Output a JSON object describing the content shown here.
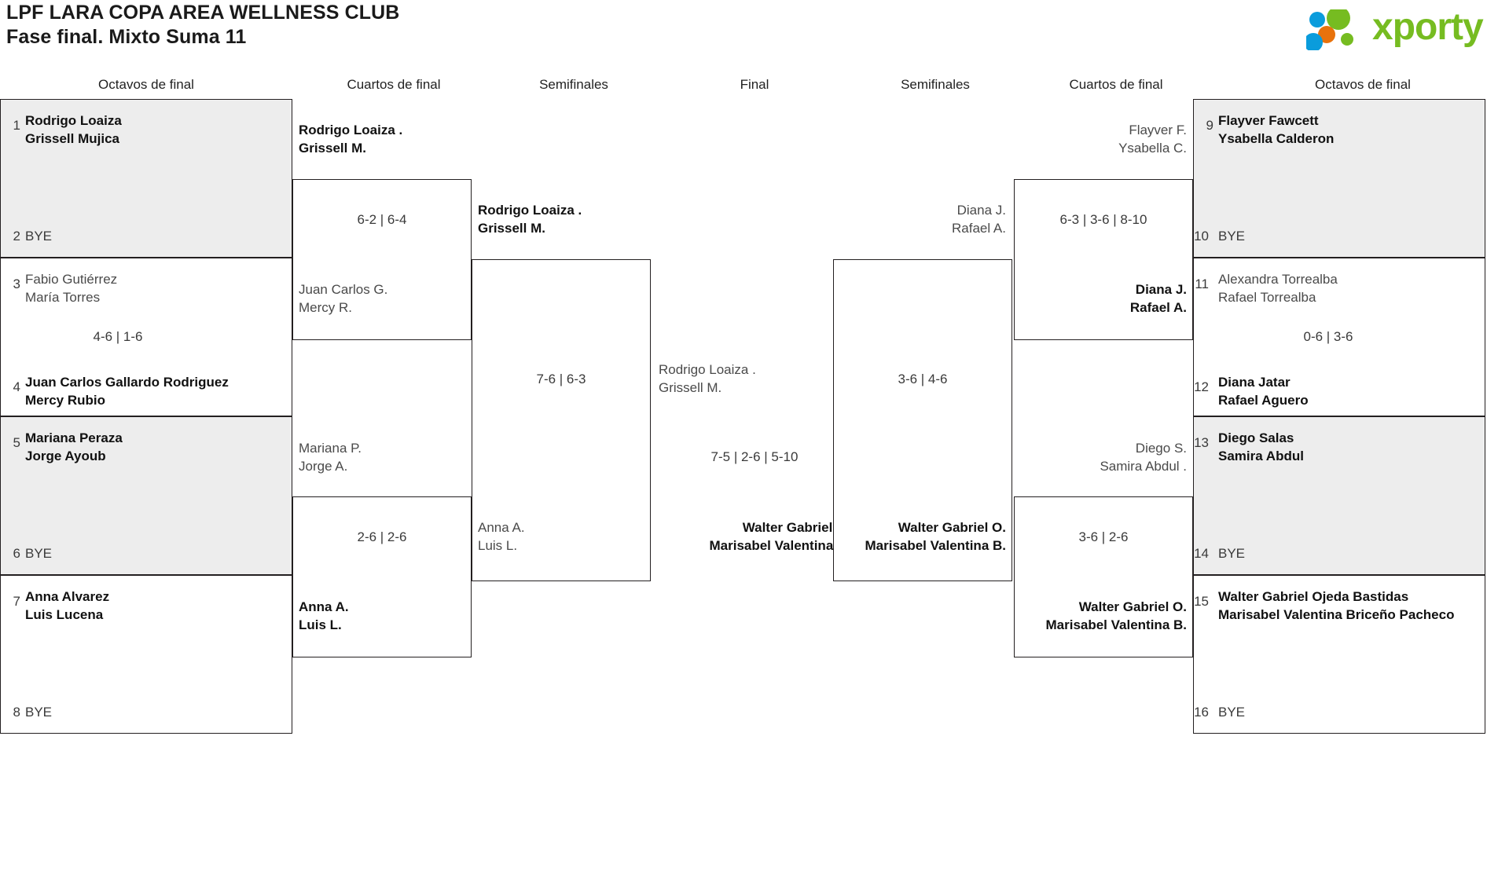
{
  "header": {
    "title_line1": "LPF LARA COPA AREA WELLNESS CLUB",
    "title_line2": "Fase final. Mixto Suma 11",
    "logo_text": "xporty",
    "logo_colors": {
      "green": "#76bc21",
      "blue": "#0a9cdc",
      "orange": "#e8720c"
    }
  },
  "round_headers": {
    "left_r16": "Octavos de final",
    "left_qf": "Cuartos de final",
    "left_sf": "Semifinales",
    "final": "Final",
    "right_sf": "Semifinales",
    "right_qf": "Cuartos de final",
    "right_r16": "Octavos de final"
  },
  "bracket": {
    "left_r16": [
      {
        "seed": "1",
        "line1": "Rodrigo Loaiza",
        "line2": "Grissell Mujica",
        "state": "win",
        "shaded": true
      },
      {
        "seed": "2",
        "line1": "BYE",
        "line2": "",
        "state": "bye",
        "shaded": true
      },
      {
        "seed": "3",
        "line1": "Fabio Gutiérrez",
        "line2": "María Torres",
        "state": "lose",
        "shaded": false
      },
      {
        "seed": "4",
        "line1": "Juan Carlos Gallardo Rodriguez",
        "line2": "Mercy Rubio",
        "state": "win",
        "shaded": false
      },
      {
        "seed": "5",
        "line1": "Mariana Peraza",
        "line2": "Jorge Ayoub",
        "state": "win",
        "shaded": true
      },
      {
        "seed": "6",
        "line1": "BYE",
        "line2": "",
        "state": "bye",
        "shaded": true
      },
      {
        "seed": "7",
        "line1": "Anna Alvarez",
        "line2": "Luis Lucena",
        "state": "win",
        "shaded": false
      },
      {
        "seed": "8",
        "line1": "BYE",
        "line2": "",
        "state": "bye",
        "shaded": false
      }
    ],
    "left_r16_scores": [
      "",
      "4-6 | 1-6",
      "",
      ""
    ],
    "left_qf": [
      {
        "line1": "Rodrigo Loaiza .",
        "line2": "Grissell M.",
        "state": "win"
      },
      {
        "line1": "Juan Carlos G.",
        "line2": "Mercy R.",
        "state": "lose"
      },
      {
        "line1": "Mariana P.",
        "line2": "Jorge A.",
        "state": "lose"
      },
      {
        "line1": "Anna A.",
        "line2": "Luis L.",
        "state": "win"
      }
    ],
    "left_qf_scores": [
      "6-2 | 6-4",
      "2-6 | 2-6"
    ],
    "left_sf": [
      {
        "line1": "Rodrigo Loaiza .",
        "line2": "Grissell M.",
        "state": "win"
      },
      {
        "line1": "Anna A.",
        "line2": "Luis L.",
        "state": "lose"
      }
    ],
    "left_sf_scores": [
      "7-6 | 6-3"
    ],
    "final": [
      {
        "line1": "Rodrigo Loaiza .",
        "line2": "Grissell M.",
        "state": "lose"
      },
      {
        "line1": "Walter Gabriel O.",
        "line2": "Marisabel Valentina B.",
        "state": "win"
      }
    ],
    "final_score": "7-5 | 2-6 | 5-10",
    "right_sf": [
      {
        "line1": "Diana J.",
        "line2": "Rafael A.",
        "state": "lose"
      },
      {
        "line1": "Walter Gabriel O.",
        "line2": "Marisabel Valentina B.",
        "state": "win"
      }
    ],
    "right_sf_scores": [
      "3-6 | 4-6"
    ],
    "right_qf": [
      {
        "line1": "Flayver F.",
        "line2": "Ysabella C.",
        "state": "lose"
      },
      {
        "line1": "Diana J.",
        "line2": "Rafael A.",
        "state": "win"
      },
      {
        "line1": "Diego S.",
        "line2": "Samira Abdul .",
        "state": "lose"
      },
      {
        "line1": "Walter Gabriel O.",
        "line2": "Marisabel Valentina B.",
        "state": "win"
      }
    ],
    "right_qf_scores": [
      "6-3 | 3-6 | 8-10",
      "3-6 | 2-6"
    ],
    "right_r16": [
      {
        "seed": "9",
        "line1": "Flayver Fawcett",
        "line2": "Ysabella Calderon",
        "state": "win",
        "shaded": true
      },
      {
        "seed": "10",
        "line1": "BYE",
        "line2": "",
        "state": "bye",
        "shaded": true
      },
      {
        "seed": "11",
        "line1": "Alexandra Torrealba",
        "line2": "Rafael Torrealba",
        "state": "lose",
        "shaded": false
      },
      {
        "seed": "12",
        "line1": "Diana Jatar",
        "line2": "Rafael Aguero",
        "state": "win",
        "shaded": false
      },
      {
        "seed": "13",
        "line1": "Diego Salas",
        "line2": "Samira Abdul",
        "state": "win",
        "shaded": true
      },
      {
        "seed": "14",
        "line1": "BYE",
        "line2": "",
        "state": "bye",
        "shaded": true
      },
      {
        "seed": "15",
        "line1": "Walter Gabriel Ojeda Bastidas",
        "line2": "Marisabel Valentina Briceño Pacheco",
        "state": "win",
        "shaded": false
      },
      {
        "seed": "16",
        "line1": "BYE",
        "line2": "",
        "state": "bye",
        "shaded": false
      }
    ],
    "right_r16_scores": [
      "",
      "0-6 | 3-6",
      "",
      ""
    ]
  }
}
